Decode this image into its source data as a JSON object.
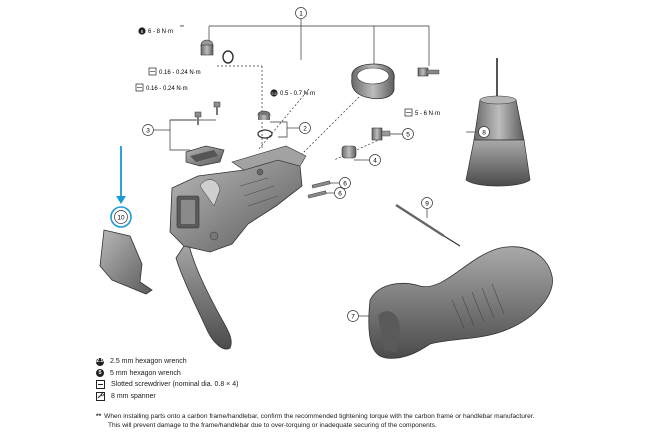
{
  "callouts": {
    "c1": "1",
    "c2": "2",
    "c3": "3",
    "c4": "4",
    "c5": "5",
    "c6a": "6",
    "c6b": "6",
    "c7": "7",
    "c8": "8",
    "c9": "9",
    "c10": "10"
  },
  "torques": {
    "t1": "6 - 8 N·m",
    "t1_mark": "**",
    "t2": "0.16 - 0.24 N·m",
    "t3": "0.16 - 0.24 N·m",
    "t4": "0.5 - 0.7 N·m",
    "t5": "5 - 6 N·m"
  },
  "tool_marks": {
    "hex25": "2.5",
    "hex5": "5",
    "screwdriver": "",
    "spanner": ""
  },
  "legend": [
    {
      "icon": "hex-wrench-2.5-icon",
      "mark": "2.5",
      "text": "2.5 mm hexagon wrench"
    },
    {
      "icon": "hex-wrench-5-icon",
      "mark": "5",
      "text": "5 mm hexagon wrench"
    },
    {
      "icon": "slotted-screwdriver-icon",
      "mark": "",
      "text": "Slotted screwdriver  (nominal dia. 0.8 × 4)"
    },
    {
      "icon": "spanner-icon",
      "mark": "",
      "text": "8 mm spanner"
    }
  ],
  "note": {
    "mark": "**",
    "line1": "When installing parts onto a carbon frame/handlebar, confirm the recommended tightening torque with the carbon frame or handlebar manufacturer.",
    "line2": "This will prevent damage to the frame/handlebar due to over-torquing or inadequate securing of the components."
  },
  "colors": {
    "accent": "#1a9ad6",
    "part": "#8a8a8a",
    "part_dark": "#4a4a4a",
    "line": "#333333"
  }
}
